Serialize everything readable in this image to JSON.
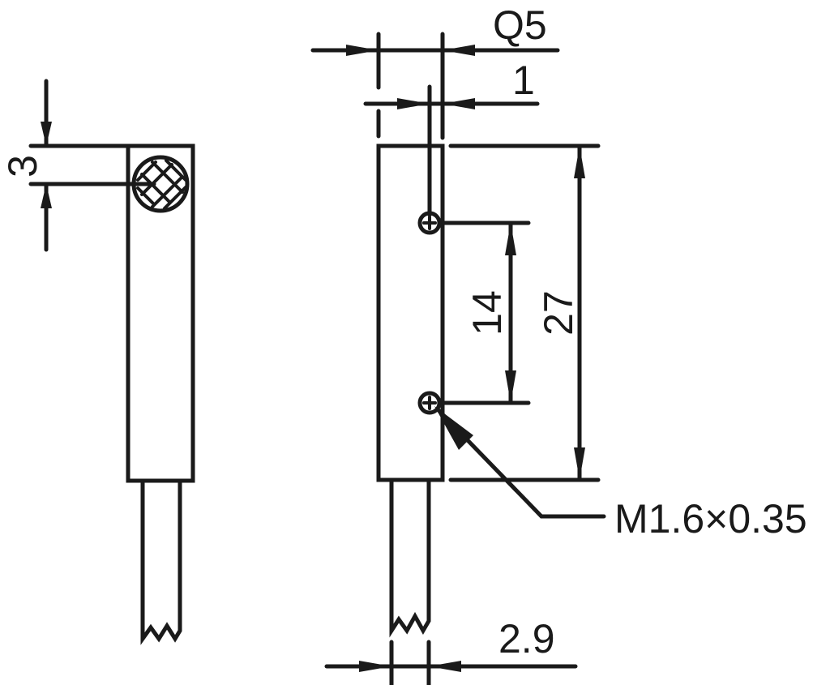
{
  "drawing": {
    "dimensions": {
      "sensor_offset": "3",
      "width": "Q5",
      "hole_offset": "1",
      "hole_spacing": "14",
      "body_length": "27",
      "thread": "M1.6×0.35",
      "cable_diameter": "2.9"
    },
    "colors": {
      "line": "#1a1a1a",
      "background": "#ffffff"
    }
  }
}
